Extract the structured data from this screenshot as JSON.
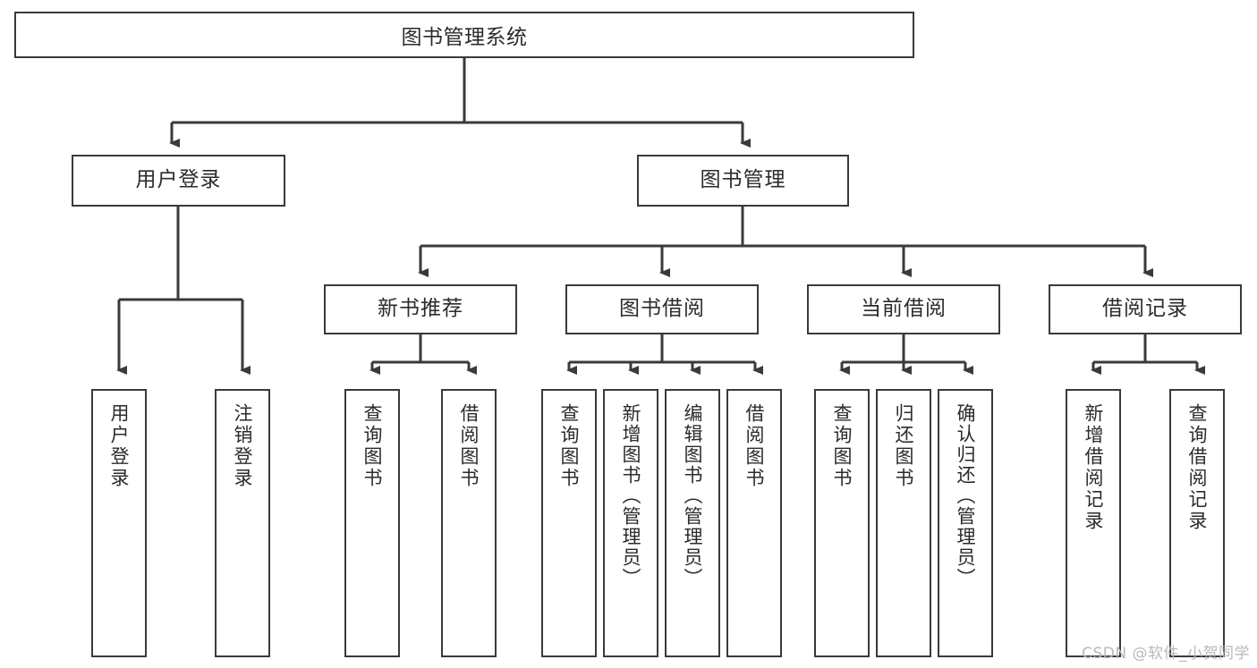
{
  "diagram": {
    "type": "tree-hierarchy",
    "title": "图书管理系统",
    "watermark": "CSDN @软件_小贺同学",
    "colors": {
      "stroke": "#3a3a3a",
      "fill": "#ffffff",
      "text": "#2b2b2b",
      "watermark": "#b9b9b9"
    },
    "root": {
      "label": "图书管理系统"
    },
    "level2": [
      {
        "label": "用户登录"
      },
      {
        "label": "图书管理"
      }
    ],
    "level3": [
      {
        "label": "新书推荐"
      },
      {
        "label": "图书借阅"
      },
      {
        "label": "当前借阅"
      },
      {
        "label": "借阅记录"
      }
    ],
    "leaves": {
      "user_login": [
        {
          "label": "用户登录"
        },
        {
          "label": "注销登录"
        }
      ],
      "new_book": [
        {
          "label": "查询图书"
        },
        {
          "label": "借阅图书"
        }
      ],
      "book_borrow": [
        {
          "label": "查询图书"
        },
        {
          "label": "新增图书（管理员）"
        },
        {
          "label": "编辑图书（管理员）"
        },
        {
          "label": "借阅图书"
        }
      ],
      "current_borrow": [
        {
          "label": "查询图书"
        },
        {
          "label": "归还图书"
        },
        {
          "label": "确认归还（管理员）"
        }
      ],
      "borrow_record": [
        {
          "label": "新增借阅记录"
        },
        {
          "label": "查询借阅记录"
        }
      ]
    }
  }
}
